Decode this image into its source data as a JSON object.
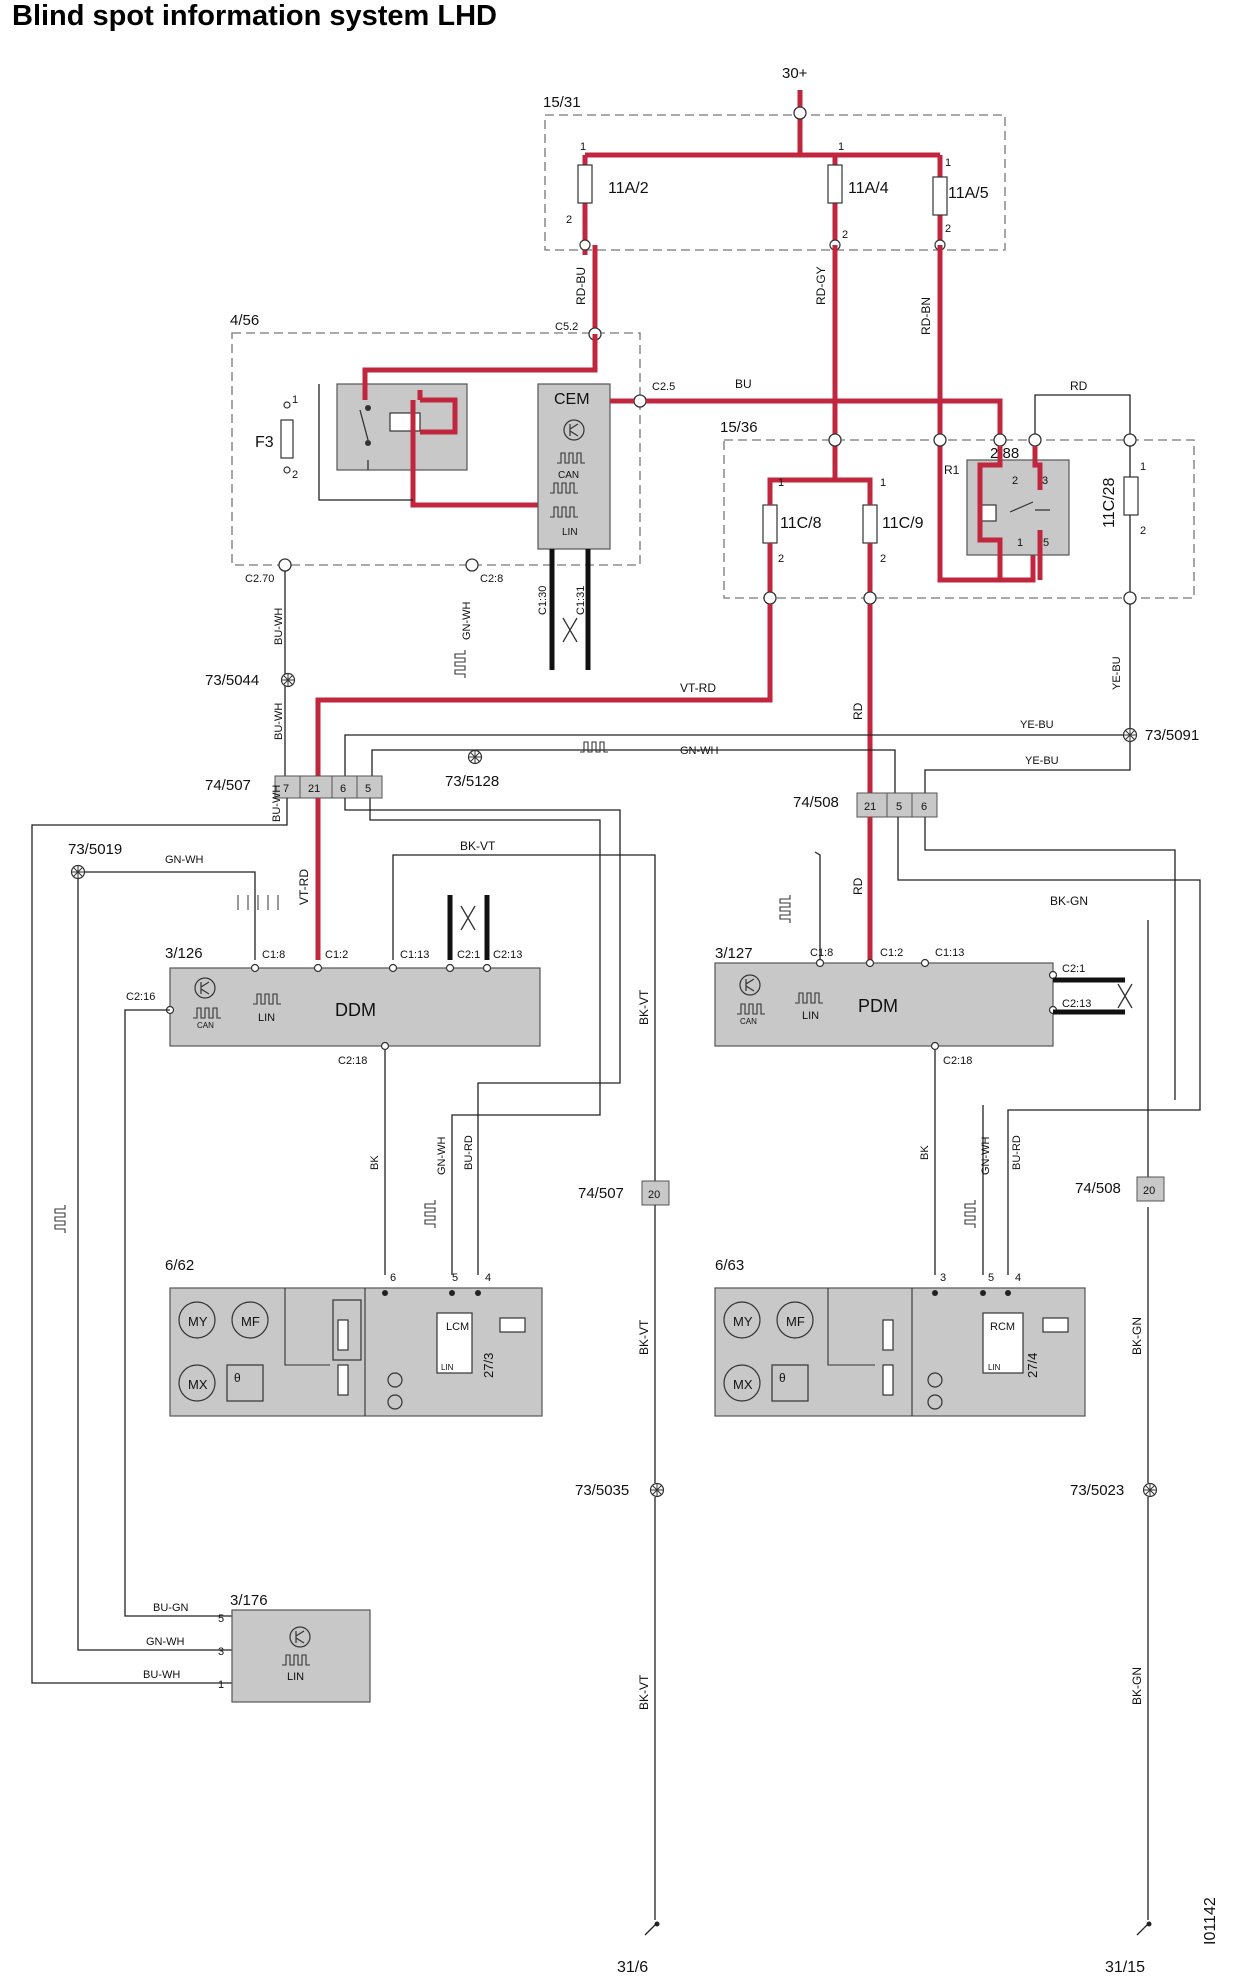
{
  "title": "Blind spot information system LHD",
  "doc_id": "I01142",
  "power": {
    "supply": "30+",
    "ground_left": "31/6",
    "ground_right": "31/15"
  },
  "fusebox": {
    "id": "15/31",
    "fuses": [
      "11A/2",
      "11A/4",
      "11A/5"
    ],
    "pin_top": "1",
    "pin_bottom": "2"
  },
  "cem_box": {
    "id": "4/56",
    "fuse": "F3",
    "module": "CEM",
    "can_label": "CAN",
    "lin_label": "LIN",
    "connectors": {
      "c52": "C5.2",
      "c25": "C2.5",
      "c270": "C2.70",
      "c28": "C2:8",
      "c130": "C1:30",
      "c131": "C1:31"
    },
    "pin1": "1",
    "pin2": "2"
  },
  "relaybox": {
    "id": "15/36",
    "fuses": [
      "11C/8",
      "11C/9",
      "11C/28"
    ],
    "relay": "2/88",
    "relay_coil": "R1",
    "relay_pins": [
      "1",
      "2",
      "3",
      "5"
    ]
  },
  "wires": {
    "rd_bu": "RD-BU",
    "rd_gy": "RD-GY",
    "rd_bn": "RD-BN",
    "bu": "BU",
    "rd": "RD",
    "bu_wh": "BU-WH",
    "gn_wh": "GN-WH",
    "ye_bu": "YE-BU",
    "vt_rd": "VT-RD",
    "bk_vt": "BK-VT",
    "bk_gn": "BK-GN",
    "bk": "BK",
    "bu_rd": "BU-RD",
    "bu_gn": "BU-GN"
  },
  "splices": {
    "s5044": "73/5044",
    "s5091": "73/5091",
    "s5128": "73/5128",
    "s5019": "73/5019",
    "s5035": "73/5035",
    "s5023": "73/5023"
  },
  "connectors": {
    "c507": "74/507",
    "c508": "74/508",
    "c507_pins": [
      "7",
      "21",
      "6",
      "5"
    ],
    "c508_pins": [
      "21",
      "5",
      "6"
    ],
    "pin20": "20"
  },
  "ddm": {
    "id": "3/126",
    "name": "DDM",
    "lin": "LIN",
    "can": "CAN",
    "pins": {
      "c18": "C1:8",
      "c12": "C1:2",
      "c113": "C1:13",
      "c21": "C2:1",
      "c213": "C2:13",
      "c216": "C2:16",
      "c218": "C2:18"
    }
  },
  "pdm": {
    "id": "3/127",
    "name": "PDM",
    "lin": "LIN",
    "can": "CAN",
    "pins": {
      "c18": "C1:8",
      "c12": "C1:2",
      "c113": "C1:13",
      "c21": "C2:1",
      "c213": "C2:13",
      "c218": "C2:18"
    }
  },
  "mirror_left": {
    "id": "6/62",
    "module": "LCM",
    "lin": "LIN",
    "lamp": "27/3",
    "pins": [
      "6",
      "5",
      "4"
    ]
  },
  "mirror_right": {
    "id": "6/63",
    "module": "RCM",
    "lin": "LIN",
    "lamp": "27/4",
    "pins": [
      "3",
      "5",
      "4"
    ]
  },
  "switch_module": {
    "id": "3/176",
    "lin": "LIN",
    "pins": [
      "5",
      "3",
      "1"
    ]
  },
  "motor_labels": {
    "my": "MY",
    "mf": "MF",
    "mx": "MX",
    "theta": "θ"
  }
}
